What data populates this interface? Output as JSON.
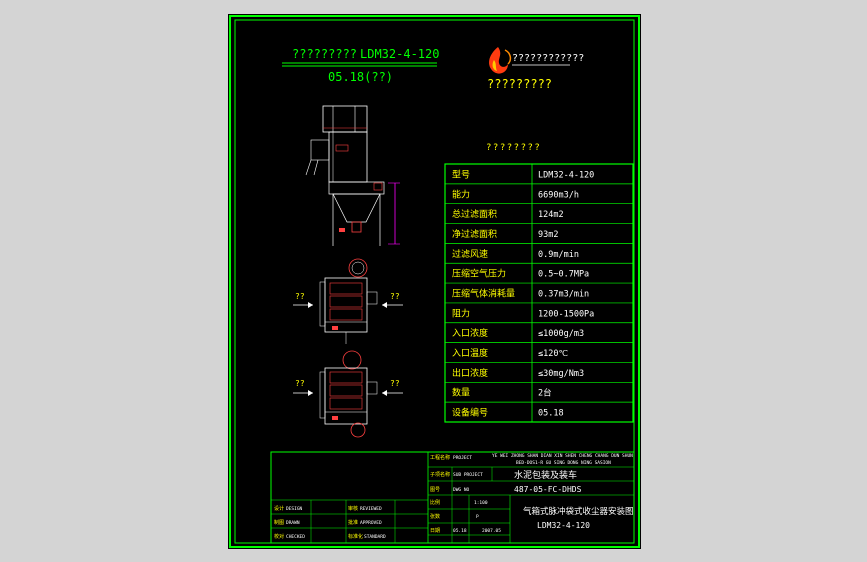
{
  "header": {
    "title_left": "?????????",
    "title_model": "LDM32-4-120",
    "subtitle": "05.18(??)",
    "company_line": "????????????",
    "company_name": "?????????"
  },
  "views": {
    "section_label": "????????",
    "arrow_labels": [
      "??",
      "??",
      "??",
      "??"
    ]
  },
  "spec_table": {
    "rows": [
      {
        "label": "型号",
        "value": "LDM32-4-120"
      },
      {
        "label": "能力",
        "value": "6690m3/h"
      },
      {
        "label": "总过滤面积",
        "value": "124m2"
      },
      {
        "label": "净过滤面积",
        "value": "93m2"
      },
      {
        "label": "过滤风速",
        "value": "0.9m/min"
      },
      {
        "label": "压缩空气压力",
        "value": "0.5~0.7MPa"
      },
      {
        "label": "压缩气体消耗量",
        "value": "0.37m3/min"
      },
      {
        "label": "阻力",
        "value": "1200-1500Pa"
      },
      {
        "label": "入口浓度",
        "value": "≤1000g/m3"
      },
      {
        "label": "入口温度",
        "value": "≤120℃"
      },
      {
        "label": "出口浓度",
        "value": "≤30mg/Nm3"
      },
      {
        "label": "数量",
        "value": "2台"
      },
      {
        "label": "设备编号",
        "value": "05.18"
      }
    ]
  },
  "title_block": {
    "company_header": "YE WEI ZHONG SHAN DIAN XIN SHEN CHENG CHANG DUN SHUN",
    "company_header2": "BED-DOS1-R GU SING DONG NING SASION",
    "project_label": "工程名称",
    "project_code": "PROJECT",
    "project_name": "水泥包装及装车",
    "part_label": "子项名称",
    "part_code": "SUB PROJECT",
    "drawing_no": "487-05-FC-DHDS",
    "dwg_label": "图号",
    "dwg_code": "DWG NO",
    "scale_label": "比例",
    "scale_value": "1:100",
    "sheet_label": "张数",
    "sheet_value": "P",
    "date_label": "日期",
    "date_value": "05.18",
    "date_extra": "2007.05",
    "drawing_title": "气箱式脉冲袋式收尘器安装图",
    "drawing_model": "LDM32-4-120",
    "design_label": "设计",
    "design_code": "DESIGN",
    "draw_label": "制图",
    "draw_code": "DRAWN",
    "check_label": "校对",
    "check_code": "CHECKED",
    "review_label": "审核",
    "review_code": "REVIEWED",
    "approve_label": "批准",
    "approve_code": "APPROVED",
    "standard_label": "标准化",
    "standard_code": "STANDARD"
  },
  "colors": {
    "background": "#000000",
    "border": "#00ff00",
    "title_text": "#00ff00",
    "label_text": "#ffff00",
    "value_text": "#ffffff",
    "accent": "#ff3333",
    "equipment": "#ffffff",
    "dimension": "#ff00ff",
    "outer": "#d4d4d4"
  }
}
